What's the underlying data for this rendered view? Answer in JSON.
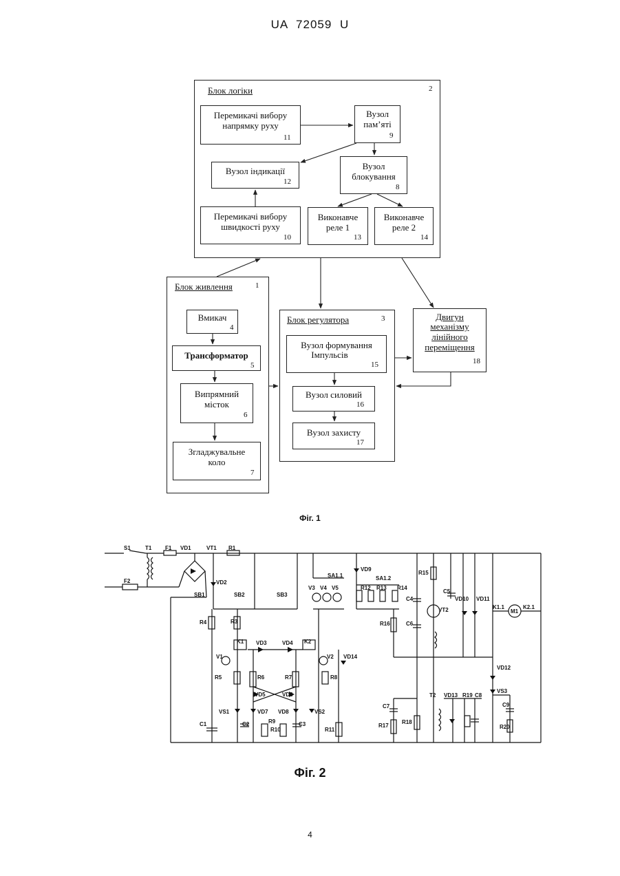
{
  "header": "UA   72059   U",
  "fig1": {
    "caption": "Фіг. 1",
    "logic_block": {
      "title": "Блок логіки",
      "num": "2"
    },
    "power_block": {
      "title": "Блок живлення",
      "num": "1"
    },
    "regulator_block": {
      "title": "Блок регулятора",
      "num": "3"
    },
    "boxes": {
      "direction_switches": {
        "line1": "Перемикачі вибору",
        "line2": "напрямку руху",
        "num": "11"
      },
      "memory_node": {
        "line1": "Вузол",
        "line2": "пам’яті",
        "num": "9"
      },
      "indication_node": {
        "line1": "Вузол індикації",
        "num": "12"
      },
      "blocking_node": {
        "line1": "Вузол",
        "line2": "блокування",
        "num": "8"
      },
      "speed_switches": {
        "line1": "Перемикачі вибору",
        "line2": "швидкості руху",
        "num": "10"
      },
      "relay_1": {
        "line1": "Виконавче",
        "line2": "реле 1",
        "num": "13"
      },
      "relay_2": {
        "line1": "Виконавче",
        "line2": "реле 2",
        "num": "14"
      },
      "switch": {
        "line1": "Вмикач",
        "num": "4"
      },
      "transformer": {
        "line1": "Трансформатор",
        "num": "5"
      },
      "rectifier": {
        "line1": "Випрямний",
        "line2": "місток",
        "num": "6"
      },
      "smoothing": {
        "line1": "Згладжувальне",
        "line2": "коло",
        "num": "7"
      },
      "pulse_node": {
        "line1": "Вузол формування",
        "line2": "Імпульсів",
        "num": "15"
      },
      "power_node": {
        "line1": "Вузол силовий",
        "num": "16"
      },
      "protection_node": {
        "line1": "Вузол захисту",
        "num": "17"
      },
      "motor": {
        "line1": "Двигун",
        "line2": "механізму",
        "line3": "лінійного",
        "line4": "переміщення",
        "num": "18"
      }
    }
  },
  "fig2": {
    "caption": "Фіг. 2",
    "labels": [
      "S1",
      "T1",
      "F1",
      "VD1",
      "VT1",
      "R1",
      "F2",
      "VD2",
      "SB1",
      "SB2",
      "SB3",
      "R4",
      "R3",
      "K1",
      "VD3",
      "VD4",
      "K2",
      "V1",
      "V2",
      "VD14",
      "R5",
      "R6",
      "R7",
      "R8",
      "VD5",
      "VD6",
      "VS1",
      "VD7",
      "VD8",
      "VS2",
      "C1",
      "C2",
      "R9",
      "R10",
      "C3",
      "R11",
      "VD9",
      "SA1.1",
      "SA1.2",
      "V3",
      "V4",
      "V5",
      "R12",
      "R13",
      "R14",
      "R15",
      "C4",
      "C5",
      "VT2",
      "VD10",
      "VD11",
      "K1.1",
      "K2.1",
      "M1",
      "R16",
      "C6",
      "VD12",
      "VS3",
      "C7",
      "R17",
      "R18",
      "T2",
      "VD13",
      "R19",
      "C8",
      "C9",
      "R20"
    ]
  },
  "page_number": "4"
}
